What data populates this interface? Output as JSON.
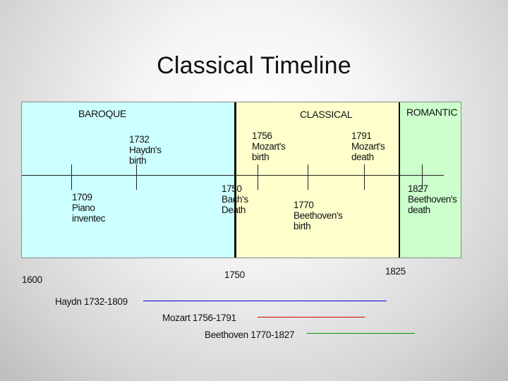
{
  "title": "Classical Timeline",
  "eras": [
    {
      "label": "BAROQUE",
      "color": "#ccffff"
    },
    {
      "label": "CLASSICAL",
      "color": "#ffffcc"
    },
    {
      "label": "ROMANTIC",
      "color": "#ccffcc"
    }
  ],
  "events": [
    {
      "text": "1709\nPiano\ninventec"
    },
    {
      "text": "1732\nHaydn's\nbirth"
    },
    {
      "text": "1750\nBach's\nDeath"
    },
    {
      "text": "1756\nMozart's\nbirth"
    },
    {
      "text": "1770\nBeethoven's\nbirth"
    },
    {
      "text": "1791\nMozart's\ndeath"
    },
    {
      "text": "1827\nBeethoven's\ndeath"
    }
  ],
  "axis_years": [
    "1600",
    "1750",
    "1825"
  ],
  "composers": [
    {
      "label": "Haydn 1732-1809",
      "color": "#0000cc"
    },
    {
      "label": "Mozart 1756-1791",
      "color": "#cc0000"
    },
    {
      "label": "Beethoven 1770-1827",
      "color": "#009900"
    }
  ]
}
